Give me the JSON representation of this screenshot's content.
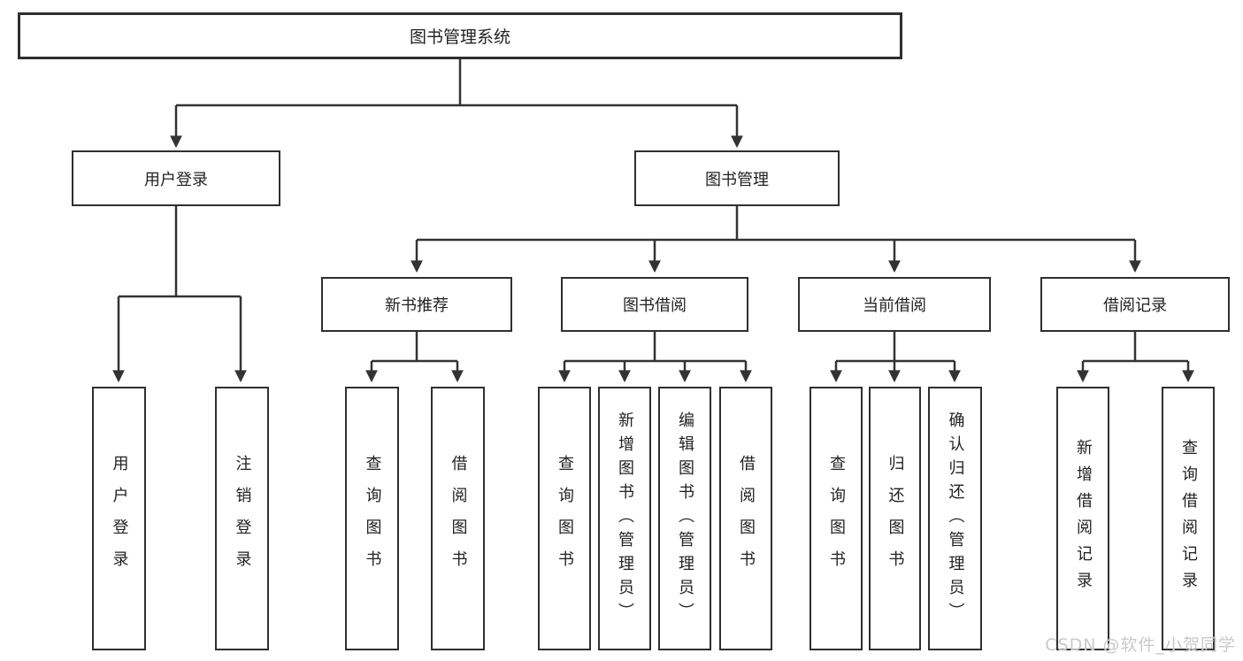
{
  "hierarchy": {
    "label": "图书管理系统",
    "children": [
      {
        "label": "用户登录",
        "children": [
          {
            "label": "用户登录"
          },
          {
            "label": "注销登录"
          }
        ]
      },
      {
        "label": "图书管理",
        "children": [
          {
            "label": "新书推荐",
            "children": [
              {
                "label": "查询图书"
              },
              {
                "label": "借阅图书"
              }
            ]
          },
          {
            "label": "图书借阅",
            "children": [
              {
                "label": "查询图书"
              },
              {
                "label": "新增图书（管理员）"
              },
              {
                "label": "编辑图书（管理员）"
              },
              {
                "label": "借阅图书"
              }
            ]
          },
          {
            "label": "当前借阅",
            "children": [
              {
                "label": "查询图书"
              },
              {
                "label": "归还图书"
              },
              {
                "label": "确认归还（管理员）"
              }
            ]
          },
          {
            "label": "借阅记录",
            "children": [
              {
                "label": "新增借阅记录"
              },
              {
                "label": "查询借阅记录"
              }
            ]
          }
        ]
      }
    ]
  },
  "watermark": {
    "text": "CSDN @软件_小贺同学"
  },
  "colors": {
    "line": "#333333",
    "box_border": "#2f2f2f",
    "text": "#222222",
    "watermark": "#c9c9c9",
    "background": "#ffffff"
  }
}
